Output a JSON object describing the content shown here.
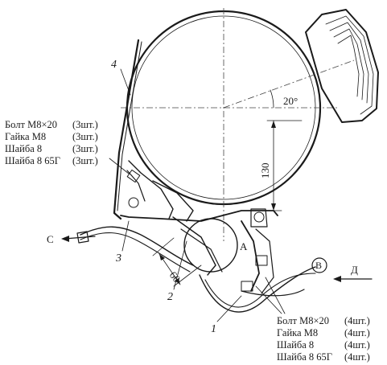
{
  "callouts": {
    "left_group": [
      {
        "name": "Болт  М8×20",
        "qty": "(3шт.)"
      },
      {
        "name": "Гайка  М8",
        "qty": "(3шт.)"
      },
      {
        "name": "Шайба  8",
        "qty": "(3шт.)"
      },
      {
        "name": "Шайба  8  65Г",
        "qty": "(3шт.)"
      }
    ],
    "right_group": [
      {
        "name": "Болт  М8×20",
        "qty": "(4шт.)"
      },
      {
        "name": "Гайка  М8",
        "qty": "(4шт.)"
      },
      {
        "name": "Шайба  8",
        "qty": "(4шт.)"
      },
      {
        "name": "Шайба  8  65Г",
        "qty": "(4шт.)"
      }
    ]
  },
  "positions": {
    "p1": "1",
    "p2": "2",
    "p3": "3",
    "p4": "4"
  },
  "points": {
    "A": "А",
    "B": "В",
    "C": "С",
    "D": "Д"
  },
  "dimensions": {
    "angle": "20°",
    "height": "130",
    "width": "60"
  }
}
